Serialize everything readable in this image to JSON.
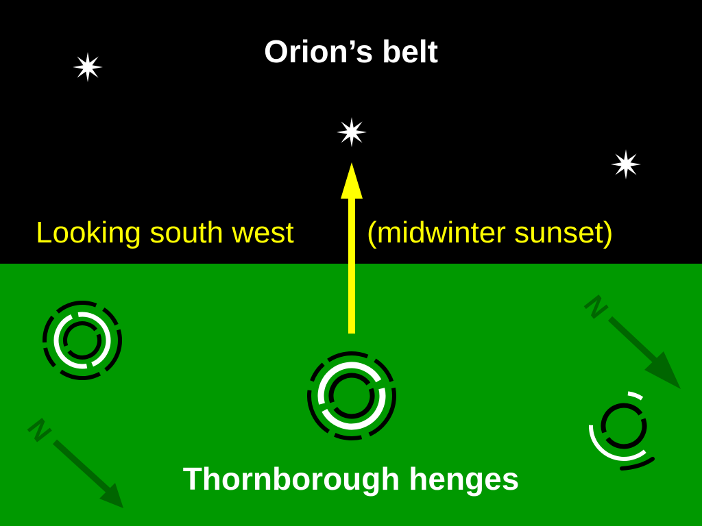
{
  "title": "Orion’s belt",
  "direction_label": "Looking south west",
  "direction_note": "(midwinter sunset)",
  "site_label": "Thornborough henges",
  "north_label": "N",
  "colors": {
    "sky": "#000000",
    "ground": "#009900",
    "arrow": "#ffff00",
    "north_arrow": "#006600",
    "star": "#ffffff"
  }
}
